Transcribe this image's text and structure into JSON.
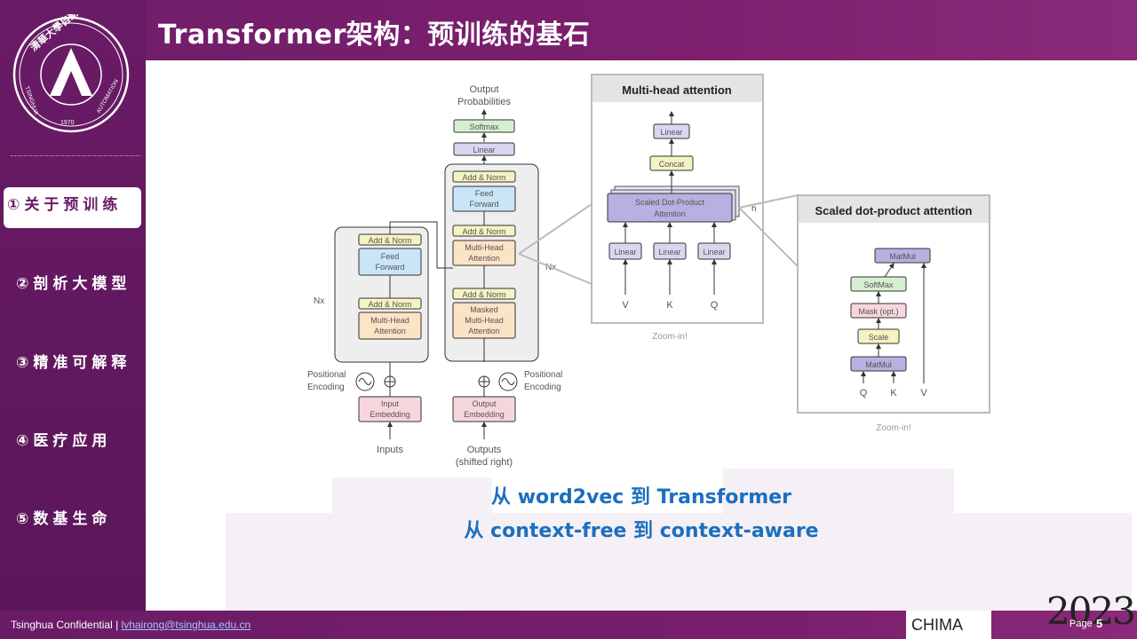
{
  "header": {
    "title": "Transformer架构：预训练的基石"
  },
  "logo": {
    "ring_text": "清華大學自動化系",
    "left_text": "TSINGHUA",
    "right_text": "AUTOMATION",
    "year": "1970"
  },
  "sidebar": {
    "items": [
      {
        "label": "①关于预训练",
        "active": true
      },
      {
        "label": "②剖析大模型",
        "active": false
      },
      {
        "label": "③精准可解释",
        "active": false
      },
      {
        "label": "④医疗应用",
        "active": false
      },
      {
        "label": "⑤数基生命",
        "active": false
      }
    ]
  },
  "diagram": {
    "main": {
      "output_probabilities": [
        "Output",
        "Probabilities"
      ],
      "softmax": "Softmax",
      "linear": "Linear",
      "add_norm": "Add & Norm",
      "feed_forward": [
        "Feed",
        "Forward"
      ],
      "multi_head_attention": [
        "Multi-Head",
        "Attention"
      ],
      "masked_multi_head_attention": [
        "Masked",
        "Multi-Head",
        "Attention"
      ],
      "nx": "Nx",
      "positional_encoding": [
        "Positional",
        "Encoding"
      ],
      "input_embedding": [
        "Input",
        "Embedding"
      ],
      "output_embedding": [
        "Output",
        "Embedding"
      ],
      "inputs": "Inputs",
      "outputs": [
        "Outputs",
        "(shifted right)"
      ]
    },
    "mha": {
      "title": "Multi-head attention",
      "linear": "Linear",
      "concat": "Concat",
      "sdpa": [
        "Scaled Dot-Product",
        "Attention"
      ],
      "h": "h",
      "inputs": [
        "V",
        "K",
        "Q"
      ],
      "zoom": "Zoom-in!"
    },
    "sdpa": {
      "title": "Scaled dot-product attention",
      "matmul": "MatMul",
      "softmax": "SoftMax",
      "mask": "Mask (opt.)",
      "scale": "Scale",
      "inputs": [
        "Q",
        "K",
        "V"
      ],
      "zoom": "Zoom-in!"
    }
  },
  "captions": {
    "line1": "从 word2vec 到  Transformer",
    "line2": "从 context-free 到 context-aware"
  },
  "footer": {
    "confidential": "Tsinghua Confidential",
    "separator": " | ",
    "email": "lvhairong@tsinghua.edu.cn",
    "brand": "CHIMA",
    "year": "2023",
    "page_label": "Page",
    "page_number": "5"
  },
  "colors": {
    "header_purple": "#6e1d6a",
    "caption_blue": "#1c6fbf",
    "attention_orange": "#fbe3c6",
    "ffn_blue": "#c9e5f7",
    "addnorm_yellow": "#f4f3c2",
    "linear_purple": "#d9d6f0",
    "softmax_green": "#d6efd0",
    "embedding_pink": "#f6d6dc"
  }
}
